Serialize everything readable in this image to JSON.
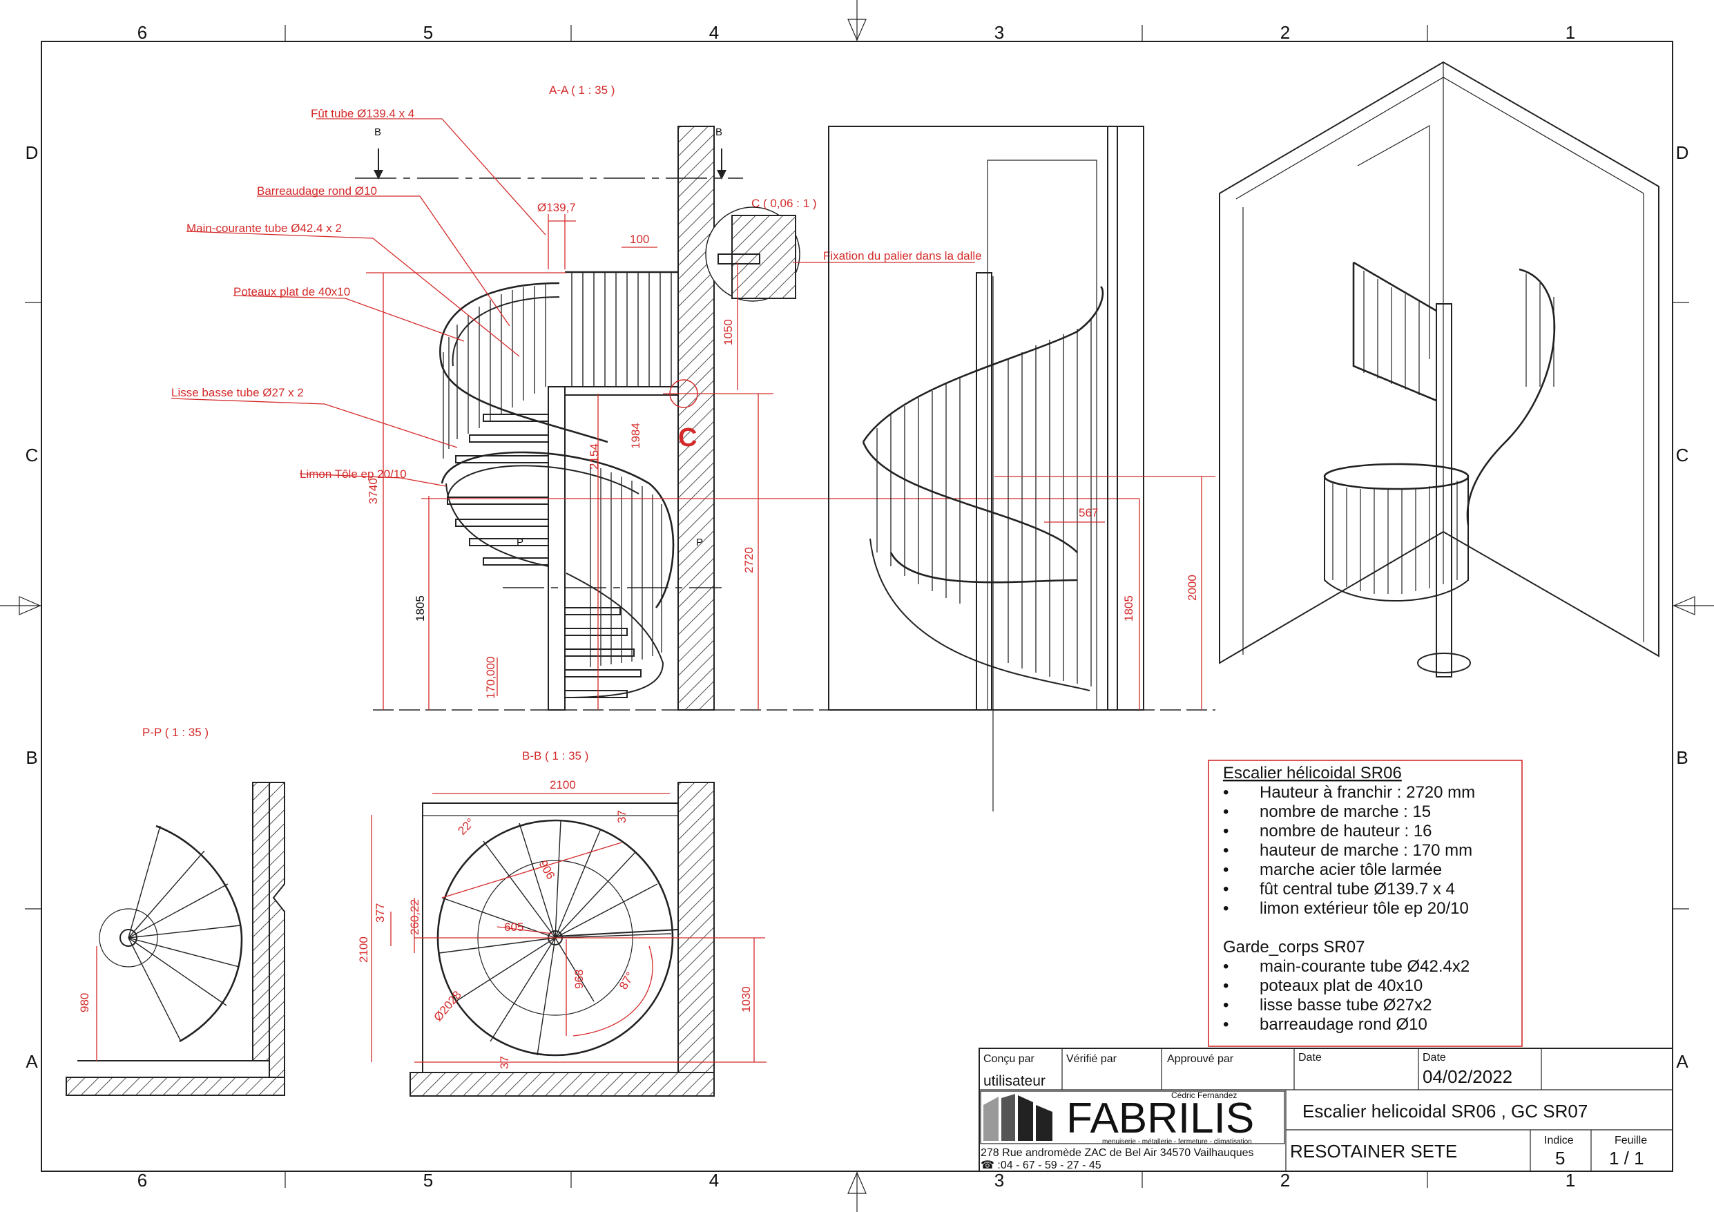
{
  "border_zones": {
    "columns": [
      "6",
      "5",
      "4",
      "3",
      "2",
      "1"
    ],
    "rows": [
      "D",
      "C",
      "B",
      "A"
    ]
  },
  "views": {
    "section_aa": "A-A ( 1 : 35 )",
    "section_pp": "P-P ( 1 : 35 )",
    "section_bb": "B-B ( 1 : 35 )",
    "detail_c": "C ( 0,06 : 1 )",
    "detail_c_letter": "C",
    "cut_b": "B",
    "cut_p": "P"
  },
  "callouts": {
    "fut": "Fût tube Ø139.4 x 4",
    "barreaudage": "Barreaudage rond Ø10",
    "main_courante": "Main-courante tube Ø42.4 x 2",
    "poteaux": "Poteaux plat de 40x10",
    "lisse": "Lisse basse tube Ø27 x 2",
    "limon": "Limon Tôle ep 20/10",
    "fixation": "Fixation du palier dans la dalle"
  },
  "dimensions": {
    "d139": "Ø139,7",
    "d100": "100",
    "d1050": "1050",
    "d3740": "3740",
    "d1984": "1984",
    "d2154": "2154",
    "d2720": "2720",
    "d1805": "1805",
    "d170": "170,000",
    "d567": "567",
    "d1805b": "1805",
    "d2000": "2000",
    "d980": "980",
    "d2100h": "2100",
    "d2100v": "2100",
    "d37a": "37",
    "d37b": "37",
    "d377": "377",
    "d260": "260,22",
    "d22": "22°",
    "d906": "906",
    "d605": "605",
    "d968": "968",
    "d87": "87°",
    "d2028": "Ø2028",
    "d1030": "1030"
  },
  "spec": {
    "title1": "Escalier hélicoidal SR06",
    "items1": [
      "Hauteur à franchir : 2720 mm",
      "nombre de marche : 15",
      "nombre de hauteur : 16",
      "hauteur de marche : 170 mm",
      "marche acier tôle larmée",
      "fût central tube Ø139.7 x 4",
      "limon extérieur tôle ep 20/10"
    ],
    "title2": "Garde_corps SR07",
    "items2": [
      "main-courante tube Ø42.4x2",
      "poteaux plat de 40x10",
      "lisse basse tube Ø27x2",
      "barreaudage rond Ø10"
    ],
    "bullet": "•"
  },
  "title_block": {
    "concu_label": "Conçu par",
    "concu_value": "utilisateur",
    "verifie_label": "Vérifié par",
    "approuve_label": "Approuvé par",
    "date_label1": "Date",
    "date_label2": "Date",
    "date_value": "04/02/2022",
    "company_top": "Cédric Fernandez",
    "company": "FABRILIS",
    "company_tagline": "menuiserie - métallerie - fermeture - climatisation",
    "address": "278 Rue andromède  ZAC de Bel Air  34570 Vailhauques",
    "phone": "☎ :04 - 67 - 59 - 27 - 45",
    "drawing_title": "Escalier helicoidal SR06 , GC SR07",
    "project": "RESOTAINER SETE",
    "indice_label": "Indice",
    "indice_value": "5",
    "feuille_label": "Feuille",
    "feuille_value": "1 / 1"
  },
  "colors": {
    "annotation": "#d42a2a",
    "ink": "#222222"
  }
}
